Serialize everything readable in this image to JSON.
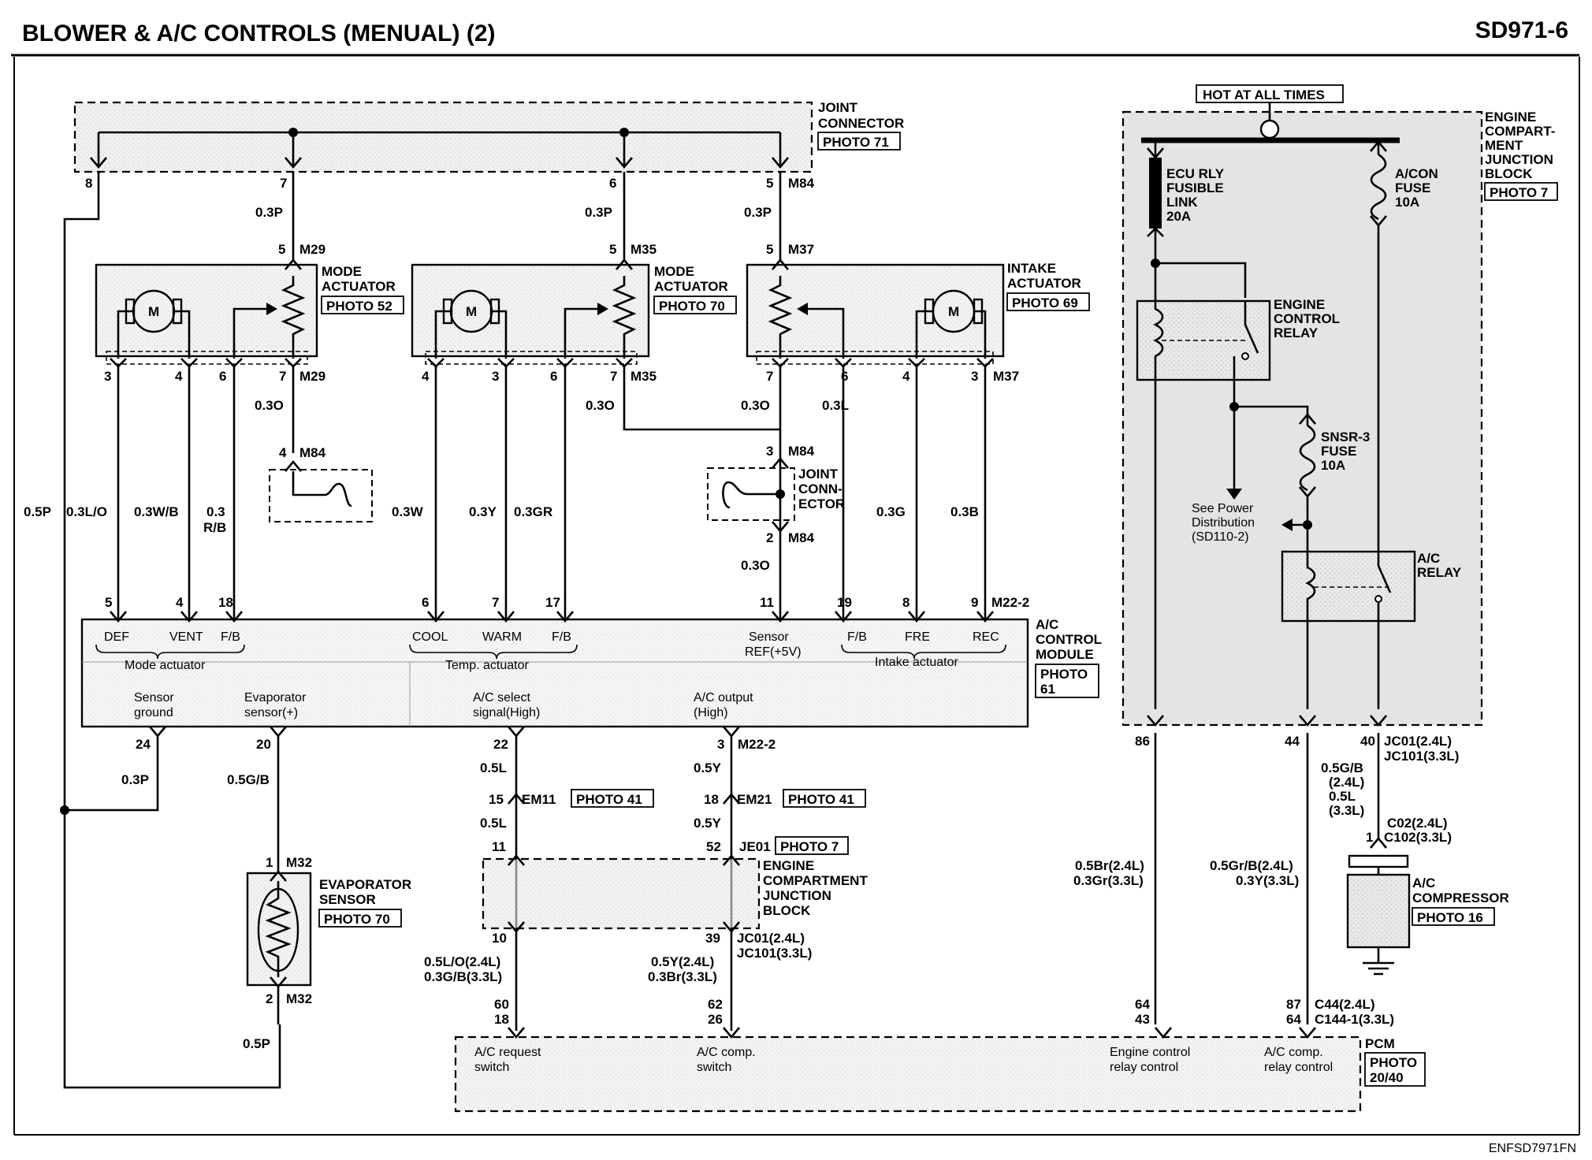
{
  "header": {
    "title": "BLOWER & A/C CONTROLS (MENUAL) (2)",
    "code": "SD971-6",
    "footer_code": "ENFSD7971FN"
  },
  "joint_connector": {
    "label_line1": "JOINT",
    "label_line2": "CONNECTOR",
    "photo": "PHOTO 71",
    "connector": "M84",
    "pins": [
      "8",
      "7",
      "6",
      "5"
    ]
  },
  "wire_top": {
    "p1": "0.3P",
    "p2": "0.3P",
    "p3": "0.3P",
    "left": "0.5P"
  },
  "mode_actuator_1": {
    "line1": "MODE",
    "line2": "ACTUATOR",
    "photo": "PHOTO 52",
    "conn": "M29",
    "top_pin": "5",
    "motor": "M",
    "pins": [
      "3",
      "4",
      "6",
      "7"
    ]
  },
  "mode_actuator_2": {
    "line1": "MODE",
    "line2": "ACTUATOR",
    "photo": "PHOTO 70",
    "conn": "M35",
    "top_pin": "5",
    "motor": "M",
    "pins": [
      "4",
      "3",
      "6",
      "7"
    ]
  },
  "intake_actuator": {
    "line1": "INTAKE",
    "line2": "ACTUATOR",
    "photo": "PHOTO 69",
    "conn": "M37",
    "top_pin": "5",
    "motor": "M",
    "pins": [
      "7",
      "6",
      "4",
      "3"
    ]
  },
  "joint_mid": {
    "conn": "M84",
    "pin_top": "4",
    "pin_m": "3",
    "pin_b": "2",
    "label1": "JOINT",
    "label2": "CONN-",
    "label3": "ECTOR"
  },
  "wires_mid": {
    "w1": "0.3L/O",
    "w2": "0.3W/B",
    "w3a": "0.3",
    "w3b": "R/B",
    "w4": "0.3O",
    "w5": "0.3W",
    "w6": "0.3Y",
    "w7": "0.3GR",
    "w8": "0.3O",
    "w9": "0.3O",
    "w9b": "0.3O",
    "w10": "0.3L",
    "w11": "0.3G",
    "w12": "0.3B"
  },
  "acm": {
    "title1": "A/C",
    "title2": "CONTROL",
    "title3": "MODULE",
    "photo1": "PHOTO",
    "photo2": "61",
    "conn": "M22-2",
    "top_pins": [
      "5",
      "4",
      "18",
      "6",
      "7",
      "17",
      "11",
      "19",
      "8",
      "9"
    ],
    "labels": {
      "def": "DEF",
      "vent": "VENT",
      "fb1": "F/B",
      "cool": "COOL",
      "warm": "WARM",
      "fb2": "F/B",
      "sensor": "Sensor",
      "ref": "REF(+5V)",
      "fb3": "F/B",
      "fre": "FRE",
      "rec": "REC",
      "mode_actuator": "Mode actuator",
      "temp_actuator": "Temp. actuator",
      "intake_actuator": "Intake actuator",
      "sensor_ground1": "Sensor",
      "sensor_ground2": "ground",
      "evap1": "Evaporator",
      "evap2": "sensor(+)",
      "acsel1": "A/C select",
      "acsel2": "signal(High)",
      "acout1": "A/C output",
      "acout2": "(High)"
    },
    "bottom_pins": [
      "24",
      "20",
      "22",
      "3"
    ],
    "bottom_conn": "M22-2"
  },
  "lower_left": {
    "w_gnd": "0.3P",
    "w_evap": "0.5G/B",
    "evap_conn": "M32",
    "evap_pin_top": "1",
    "evap_pin_bot": "2",
    "evap_l1": "EVAPORATOR",
    "evap_l2": "SENSOR",
    "evap_photo": "PHOTO 70",
    "w_bot": "0.5P"
  },
  "center_lower": {
    "w_a1": "0.5L",
    "w_b1": "0.5Y",
    "em11_pin": "15",
    "em11": "EM11",
    "em11_photo": "PHOTO 41",
    "em21_pin": "18",
    "em21": "EM21",
    "em21_photo": "PHOTO 41",
    "w_a2": "0.5L",
    "w_b2": "0.5Y",
    "pin_11": "11",
    "pin_52": "52",
    "je01": "JE01",
    "je01_photo": "PHOTO 7",
    "ecjb1": "ENGINE",
    "ecjb2": "COMPARTMENT",
    "ecjb3": "JUNCTION",
    "ecjb4": "BLOCK",
    "pin_10": "10",
    "pin_39": "39",
    "jc01": "JC01(2.4L)",
    "jc101": "JC101(3.3L)",
    "w_a3a": "0.5L/O(2.4L)",
    "w_a3b": "0.3G/B(3.3L)",
    "w_b3a": "0.5Y(2.4L)",
    "w_b3b": "0.3Br(3.3L)",
    "pin_60": "60",
    "pin_18": "18",
    "pin_62": "62",
    "pin_26": "26"
  },
  "pcm": {
    "l1a": "A/C request",
    "l1b": "switch",
    "l2a": "A/C comp.",
    "l2b": "switch",
    "l3a": "Engine control",
    "l3b": "relay control",
    "l4a": "A/C comp.",
    "l4b": "relay control",
    "name": "PCM",
    "photo1": "PHOTO",
    "photo2": "20/40"
  },
  "right": {
    "hot": "HOT AT ALL TIMES",
    "ecjb1": "ENGINE",
    "ecjb2": "COMPART-",
    "ecjb3": "MENT",
    "ecjb4": "JUNCTION",
    "ecjb5": "BLOCK",
    "photo": "PHOTO 7",
    "fl1": "ECU RLY",
    "fl2": "FUSIBLE",
    "fl3": "LINK",
    "fl4": "20A",
    "acf1": "A/CON",
    "acf2": "FUSE",
    "acf3": "10A",
    "ecr1": "ENGINE",
    "ecr2": "CONTROL",
    "ecr3": "RELAY",
    "sf1": "SNSR-3",
    "sf2": "FUSE",
    "sf3": "10A",
    "pd1": "See Power",
    "pd2": "Distribution",
    "pd3": "(SD110-2)",
    "acr1": "A/C",
    "acr2": "RELAY",
    "pin_86": "86",
    "pin_44": "44",
    "pin_40": "40",
    "jc01": "JC01(2.4L)",
    "jc101": "JC101(3.3L)",
    "w40a": "0.5G/B",
    "w40b": "(2.4L)",
    "w40c": "0.5L",
    "w40d": "(3.3L)",
    "c02": "C02(2.4L)",
    "c102": "C102(3.3L)",
    "comp_pin": "1",
    "comp1": "A/C",
    "comp2": "COMPRESSOR",
    "comp_photo": "PHOTO 16",
    "w86a": "0.5Br(2.4L)",
    "w86b": "0.3Gr(3.3L)",
    "w44a": "0.5Gr/B(2.4L)",
    "w44b": "0.3Y(3.3L)",
    "pin_64": "64",
    "pin_43": "43",
    "pin_87": "87",
    "pin_64b": "64",
    "c44": "C44(2.4L)",
    "c144": "C144-1(3.3L)"
  }
}
